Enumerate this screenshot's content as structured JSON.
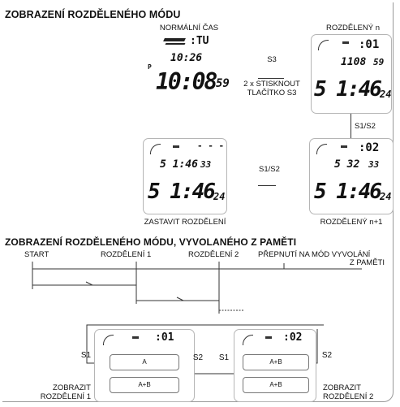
{
  "sections": {
    "split_mode_title": "ZOBRAZENÍ ROZDĚLENÉHO MÓDU",
    "recall_mode_title": "ZOBRAZENÍ ROZDĚLENÉHO MÓDU, VYVOLANÉHO Z PAMĚTI"
  },
  "screens": {
    "normal_time": {
      "caption": "NORMÁLNÍ ČAS",
      "top_right": ":TU",
      "middle": "10:26",
      "pm_mark": "P",
      "main": "10:08",
      "seconds": "59"
    },
    "split_n": {
      "caption": "ROZDĚLENÝ n",
      "top_right": ":01",
      "middle": "1108",
      "middle_sub": "59",
      "main": "5 1:46",
      "hundredths": "24"
    },
    "stop_split": {
      "caption": "ZASTAVIT ROZDĚLENÍ",
      "top_right": "- - -",
      "middle": "5 1:46",
      "middle_sub": "33",
      "main": "5 1:46",
      "hundredths": "24"
    },
    "split_n1": {
      "caption": "ROZDĚLENÝ n+1",
      "top_right": ":02",
      "middle": "5 32",
      "middle_sub": "33",
      "main": "5 1:46",
      "hundredths": "24"
    }
  },
  "arrows": {
    "s3_label": "S3",
    "s3_note_line1": "2 x STISKNOUT",
    "s3_note_line2": "TLAČÍTKO S3",
    "s1s2_vertical": "S1/S2",
    "s1s2_horizontal": "S1/S2"
  },
  "timeline": {
    "start": "START",
    "split1": "ROZDĚLENÍ 1",
    "split2": "ROZDĚLENÍ 2",
    "switch_line1": "PŘEPNUTÍ NA MÓD VYVOLÁNÍ",
    "switch_line2": "Z PAMĚTI"
  },
  "recall": {
    "left_screen_top": ":01",
    "right_screen_top": ":02",
    "left_box_a": "A",
    "left_box_b": "A+B",
    "right_box_a": "A+B",
    "right_box_b": "A+B",
    "s1_left": "S1",
    "s2_mid": "S2",
    "s1_mid": "S1",
    "s2_right": "S2",
    "show_split1_line1": "ZOBRAZIT",
    "show_split1_line2": "ROZDĚLENÍ 1",
    "show_split2_line1": "ZOBRAZIT",
    "show_split2_line2": "ROZDĚLENÍ 2"
  }
}
